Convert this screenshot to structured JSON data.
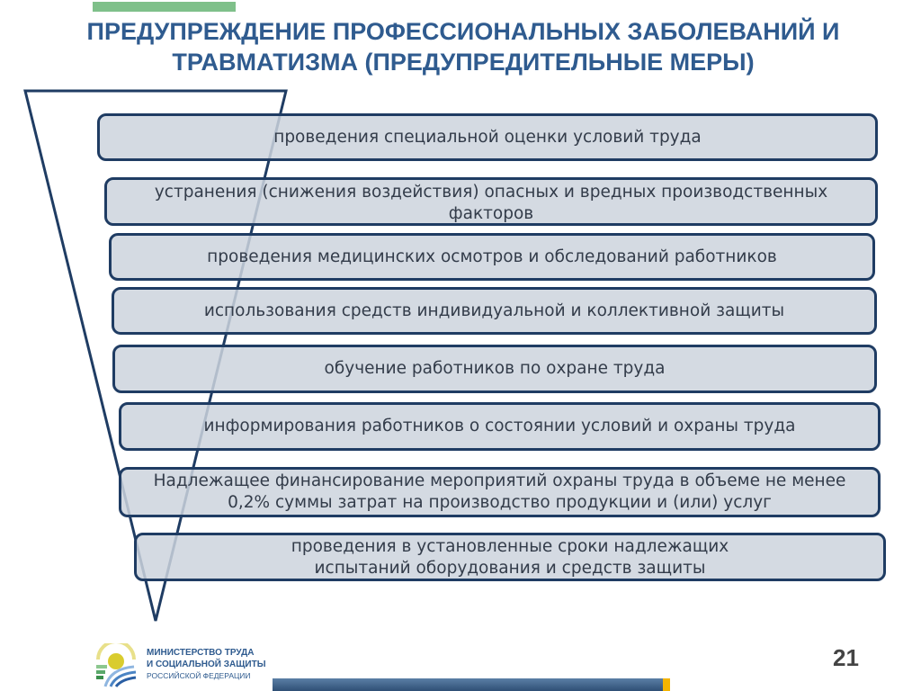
{
  "title": {
    "line1": "ПРЕДУПРЕЖДЕНИЕ ПРОФЕССИОНАЛЬНЫХ ЗАБОЛЕВАНИЙ И",
    "line2": "ТРАВМАТИЗМА (ПРЕДУПРЕДИТЕЛЬНЫЕ МЕРЫ)"
  },
  "measures": [
    {
      "text": "проведения специальной оценки условий труда"
    },
    {
      "text": "устранения (снижения воздействия) опасных и вредных производственных факторов"
    },
    {
      "text": "проведения медицинских осмотров и обследований работников"
    },
    {
      "text": "использования средств индивидуальной и коллективной защиты"
    },
    {
      "text": "обучение работников по охране труда"
    },
    {
      "text": "информирования работников о состоянии условий и охраны труда"
    },
    {
      "text": "Надлежащее финансирование мероприятий охраны труда в объеме не менее 0,2% суммы затрат на производство продукции и (или) услуг"
    },
    {
      "text": "проведения в установленные сроки надлежащих испытаний оборудования и средств защиты"
    }
  ],
  "footer": {
    "ministry_line1": "МИНИСТЕРСТВО ТРУДА",
    "ministry_line2": "И СОЦИАЛЬНОЙ ЗАЩИТЫ",
    "ministry_line3": "РОССИЙСКОЙ ФЕДЕРАЦИИ",
    "page_number": "21"
  },
  "colors": {
    "title": "#2f5b8f",
    "box_border": "#1f3c63",
    "box_fill": "#cdd3dd",
    "accent_green": "#7fc08a",
    "accent_yellow": "#f4b400"
  }
}
